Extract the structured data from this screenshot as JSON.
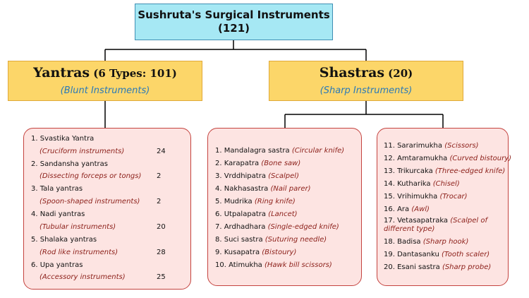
{
  "root": {
    "title": "Sushruta's Surgical Instruments",
    "count": "(121)"
  },
  "yantras": {
    "name": "Yantras",
    "suffix": "(6 Types: 101)",
    "subtitle": "(Blunt Instruments)",
    "items": [
      {
        "label": "1.  Svastika Yantra",
        "desc": "(Cruciform instruments)",
        "count": "24"
      },
      {
        "label": "2.  Sandansha yantras",
        "desc": "(Dissecting forceps or tongs)",
        "count": "2"
      },
      {
        "label": "3.  Tala yantras",
        "desc": "(Spoon-shaped instruments)",
        "count": "2"
      },
      {
        "label": "4.  Nadi yantras",
        "desc": "(Tubular instruments)",
        "count": "20"
      },
      {
        "label": "5.  Shalaka yantras",
        "desc": "(Rod like instruments)",
        "count": "28"
      },
      {
        "label": "6.  Upa yantras",
        "desc": "(Accessory instruments)",
        "count": "25"
      }
    ]
  },
  "shastras": {
    "name": "Shastras",
    "suffix": "(20)",
    "subtitle": "(Sharp Instruments)",
    "list1": [
      {
        "label": "1.  Mandalagra sastra",
        "desc": "(Circular knife)"
      },
      {
        "label": "2.  Karapatra",
        "desc": "(Bone saw)"
      },
      {
        "label": "3.  Vrddhipatra",
        "desc": "(Scalpel)"
      },
      {
        "label": "4.  Nakhasastra",
        "desc": "(Nail parer)"
      },
      {
        "label": "5.  Mudrika",
        "desc": "(Ring knife)"
      },
      {
        "label": "6.  Utpalapatra",
        "desc": "(Lancet)"
      },
      {
        "label": "7.  Ardhadhara",
        "desc": "(Single-edged knife)"
      },
      {
        "label": "8.  Suci sastra",
        "desc": "(Suturing needle)"
      },
      {
        "label": "9.  Kusapatra",
        "desc": "(Bistoury)"
      },
      {
        "label": "10.  Atimukha",
        "desc": "(Hawk bill scissors)"
      }
    ],
    "list2": [
      {
        "label": "11.  Sararimukha",
        "desc": "(Scissors)"
      },
      {
        "label": "12.  Amtaramukha",
        "desc": "(Curved bistoury)"
      },
      {
        "label": "13.  Trikurcaka",
        "desc": "(Three-edged knife)"
      },
      {
        "label": "14.  Kutharika",
        "desc": "(Chisel)"
      },
      {
        "label": "15.  Vrihimukha",
        "desc": "(Trocar)"
      },
      {
        "label": "16.  Ara",
        "desc": "(Awl)"
      },
      {
        "label": "17.  Vetasapatraka",
        "desc": "(Scalpel of different type)"
      },
      {
        "label": "18.  Badisa",
        "desc": "(Sharp hook)"
      },
      {
        "label": "19.  Dantasanku",
        "desc": "(Tooth scaler)"
      },
      {
        "label": "20.  Esani sastra",
        "desc": "(Sharp probe)"
      }
    ]
  }
}
